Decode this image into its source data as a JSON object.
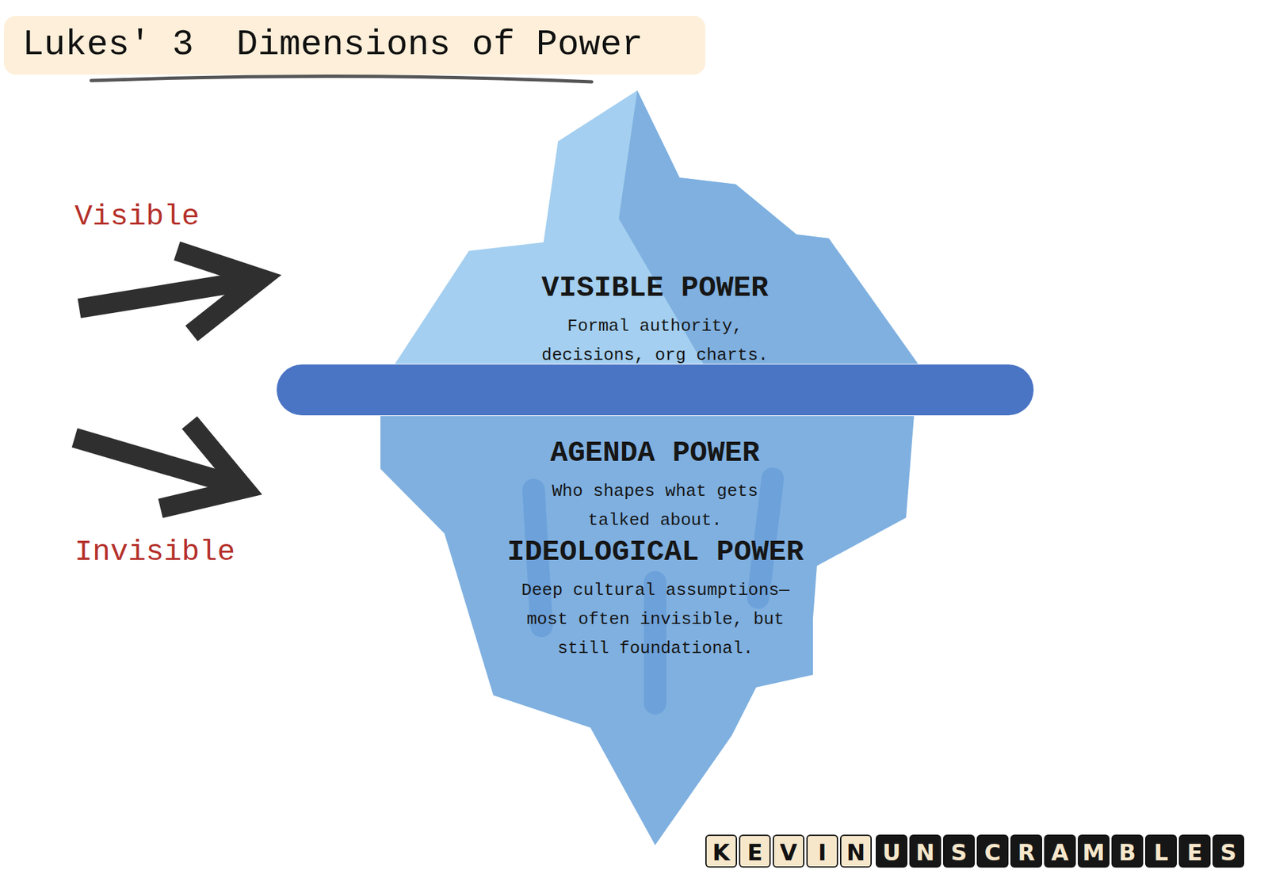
{
  "diagram": {
    "title": "Lukes' 3  Dimensions of Power",
    "nodes": [
      {
        "text": [
          "VISIBLE POWER",
          "Formal authority, decisions, org charts."
        ]
      },
      {
        "text": [
          "AGENDA POWER",
          "Who shapes what gets talked about."
        ]
      },
      {
        "text": [
          "IDEOLOGICAL POWER",
          "Deep cultural assumptions— most often invisible, but still foundational."
        ]
      }
    ],
    "labels": [
      "Visible",
      "Invisible",
      "KEVIN",
      "UNSCRAMBLES"
    ]
  }
}
